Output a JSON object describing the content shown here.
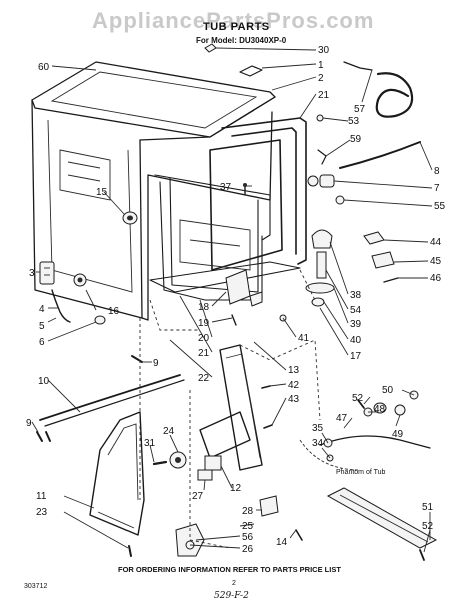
{
  "watermark": "AppliancePartsPros.com",
  "header": {
    "title": "TUB PARTS",
    "model": "For Model: DU3040XP-0"
  },
  "footer": {
    "instruction": "FOR ORDERING INFORMATION REFER TO PARTS PRICE LIST",
    "code": "303712",
    "page": "2",
    "handwritten": "529-F-2"
  },
  "annotation": "Phantom of Tub",
  "callouts": [
    "30",
    "1",
    "2",
    "21",
    "53",
    "59",
    "57",
    "8",
    "7",
    "55",
    "44",
    "45",
    "46",
    "60",
    "15",
    "37",
    "3",
    "4",
    "5",
    "6",
    "16",
    "18",
    "19",
    "20",
    "21b",
    "22",
    "9a",
    "10",
    "9b",
    "41",
    "38",
    "54",
    "39",
    "40",
    "17",
    "13",
    "42",
    "43",
    "24",
    "31",
    "12",
    "27",
    "28",
    "25",
    "56",
    "26",
    "14",
    "11",
    "23",
    "50",
    "52a",
    "48",
    "47",
    "49",
    "35",
    "34",
    "51",
    "52b"
  ],
  "labels": {
    "30": "30",
    "1": "1",
    "2": "2",
    "21": "21",
    "53": "53",
    "59": "59",
    "57": "57",
    "8": "8",
    "7": "7",
    "55": "55",
    "44": "44",
    "45": "45",
    "46": "46",
    "60": "60",
    "15": "15",
    "37": "37",
    "3": "3",
    "4": "4",
    "5": "5",
    "6": "6",
    "16": "16",
    "18": "18",
    "19": "19",
    "20": "20",
    "21b": "21",
    "22": "22",
    "9a": "9",
    "10": "10",
    "9b": "9",
    "41": "41",
    "38": "38",
    "54": "54",
    "39": "39",
    "40": "40",
    "17": "17",
    "13": "13",
    "42": "42",
    "43": "43",
    "24": "24",
    "31": "31",
    "12": "12",
    "27": "27",
    "28": "28",
    "25": "25",
    "56": "56",
    "26": "26",
    "14": "14",
    "11": "11",
    "23": "23",
    "50": "50",
    "52a": "52",
    "48": "48",
    "47": "47",
    "49": "49",
    "35": "35",
    "34": "34",
    "51": "51",
    "52b": "52"
  },
  "colors": {
    "ink": "#1a1a1a",
    "paper": "#ffffff",
    "watermark": "#c9c9c9"
  }
}
